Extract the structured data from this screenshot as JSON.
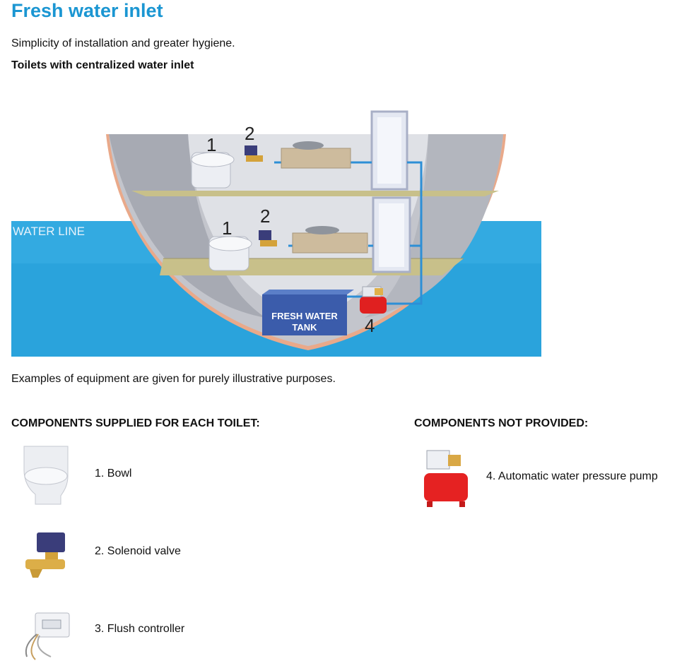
{
  "page": {
    "title": "Fresh water inlet",
    "intro": "Simplicity of installation and greater hygiene.",
    "subtitle": "Toilets with centralized water inlet",
    "disclaimer": "Examples of equipment are given for purely illustrative purposes."
  },
  "diagram": {
    "water_line_label": "WATER LINE",
    "tank_label_line1": "FRESH WATER",
    "tank_label_line2": "TANK",
    "callouts": [
      "1",
      "2",
      "1",
      "2",
      "4"
    ],
    "colors": {
      "sea": "#2aa3dc",
      "hull": "#c9c9cf",
      "hull_edge": "#e9a98a",
      "deck": "#c8c08a",
      "pipe": "#2d8fd6",
      "tank": "#3b5cab",
      "pump": "#e02020"
    }
  },
  "supplied": {
    "heading": "COMPONENTS SUPPLIED FOR EACH TOILET:",
    "items": [
      {
        "label": "1. Bowl",
        "icon": "toilet-bowl-icon"
      },
      {
        "label": "2. Solenoid valve",
        "icon": "solenoid-valve-icon"
      },
      {
        "label": "3. Flush controller",
        "icon": "flush-controller-icon"
      }
    ]
  },
  "not_provided": {
    "heading": "COMPONENTS NOT PROVIDED:",
    "items": [
      {
        "label": "4. Automatic water pressure pump",
        "icon": "pressure-pump-icon"
      }
    ]
  }
}
